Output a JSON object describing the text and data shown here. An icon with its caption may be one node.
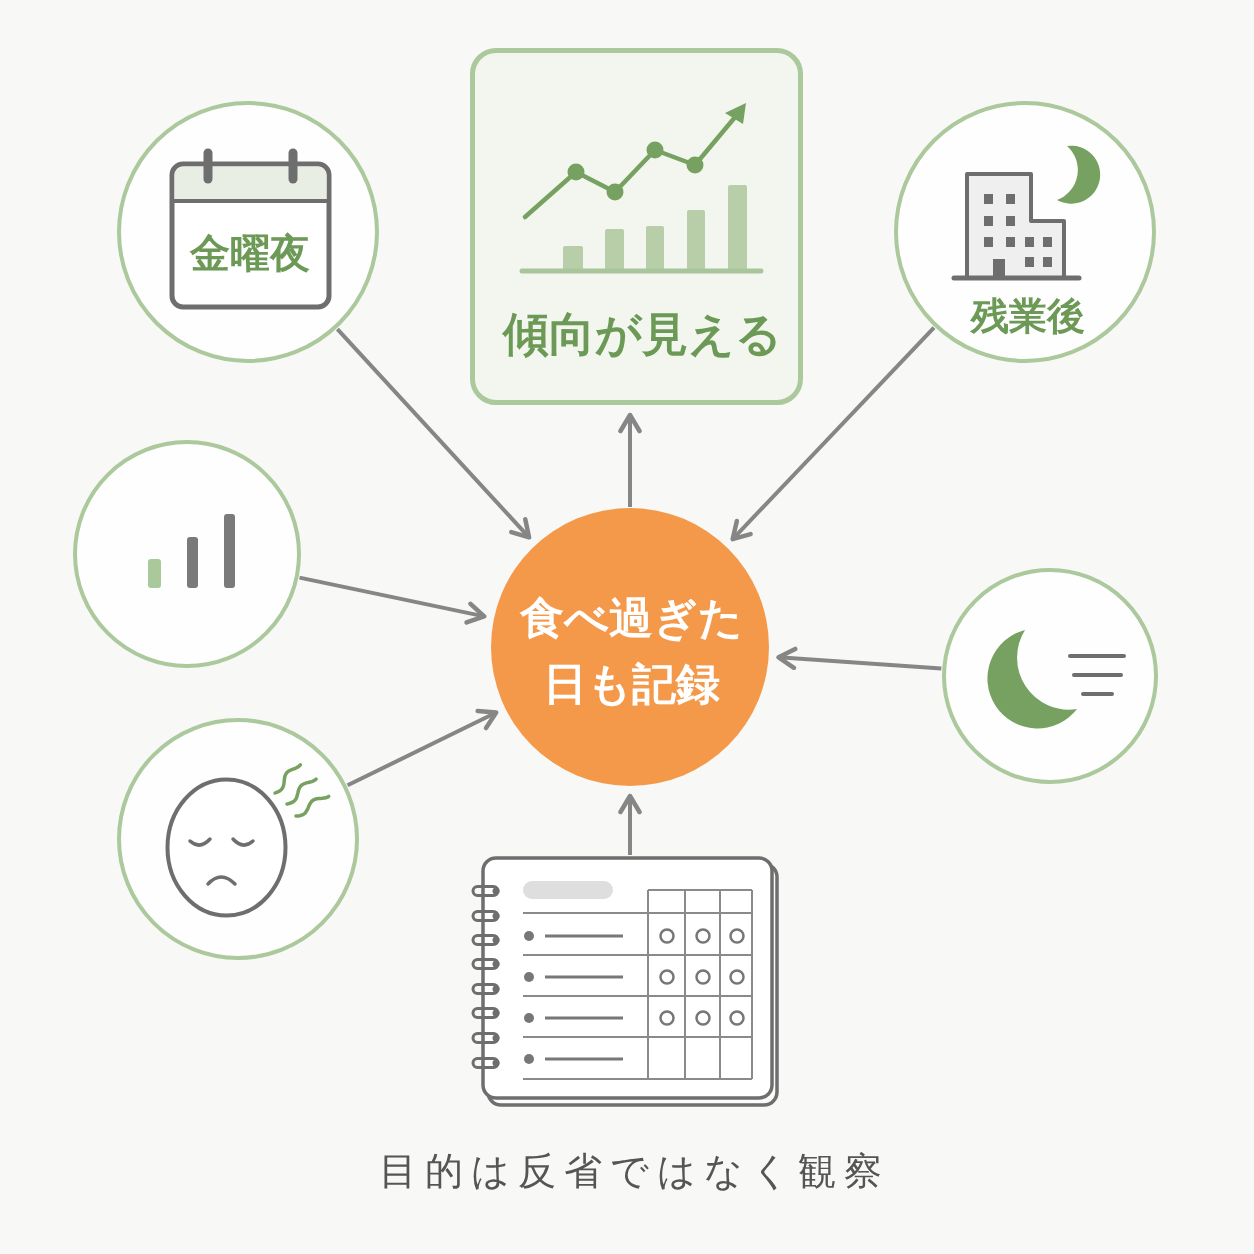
{
  "diagram": {
    "caption": "目的は反省ではなく観察",
    "nodes": [
      {
        "text": [
          "傾向が見える"
        ]
      },
      {
        "text": [
          "金曜夜"
        ]
      },
      {
        "text": [
          "残業後"
        ]
      },
      {
        "text": [],
        "shape": "circle"
      },
      {
        "text": [
          "食べ過ぎた日も記録"
        ]
      },
      {
        "text": [],
        "shape": "circle"
      },
      {
        "text": [],
        "shape": "circle"
      },
      {
        "text": [],
        "shape": "picture"
      }
    ],
    "edges": [
      {
        "from": 1,
        "to": 4,
        "arrow": "to"
      },
      {
        "from": 3,
        "to": 4,
        "arrow": "to"
      },
      {
        "from": 6,
        "to": 4,
        "arrow": "to"
      },
      {
        "from": 2,
        "to": 4,
        "arrow": "to"
      },
      {
        "from": 5,
        "to": 4,
        "arrow": "to"
      },
      {
        "from": 7,
        "to": 4,
        "arrow": "to"
      },
      {
        "from": 4,
        "to": 0,
        "arrow": "to"
      }
    ]
  }
}
